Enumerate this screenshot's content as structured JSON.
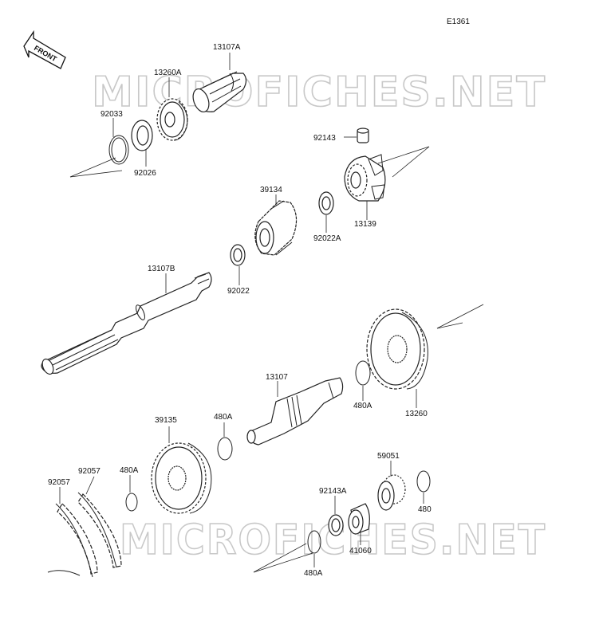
{
  "diagram_code": "E1361",
  "front_label": "FRONT",
  "watermark": "MICROFICHES.NET",
  "parts": {
    "p13107A": "13107A",
    "p13260A": "13260A",
    "p92033": "92033",
    "p92026": "92026",
    "p92143": "92143",
    "p13139": "13139",
    "p39134": "39134",
    "p92022A": "92022A",
    "p92022": "92022",
    "p13107B": "13107B",
    "p13260": "13260",
    "p480A_r": "480A",
    "p13107": "13107",
    "p39135": "39135",
    "p480A_m": "480A",
    "p92057_a": "92057",
    "p92057_b": "92057",
    "p480A_l": "480A",
    "p59051": "59051",
    "p92143A": "92143A",
    "p480": "480",
    "p41060": "41060",
    "p480A_b": "480A"
  }
}
